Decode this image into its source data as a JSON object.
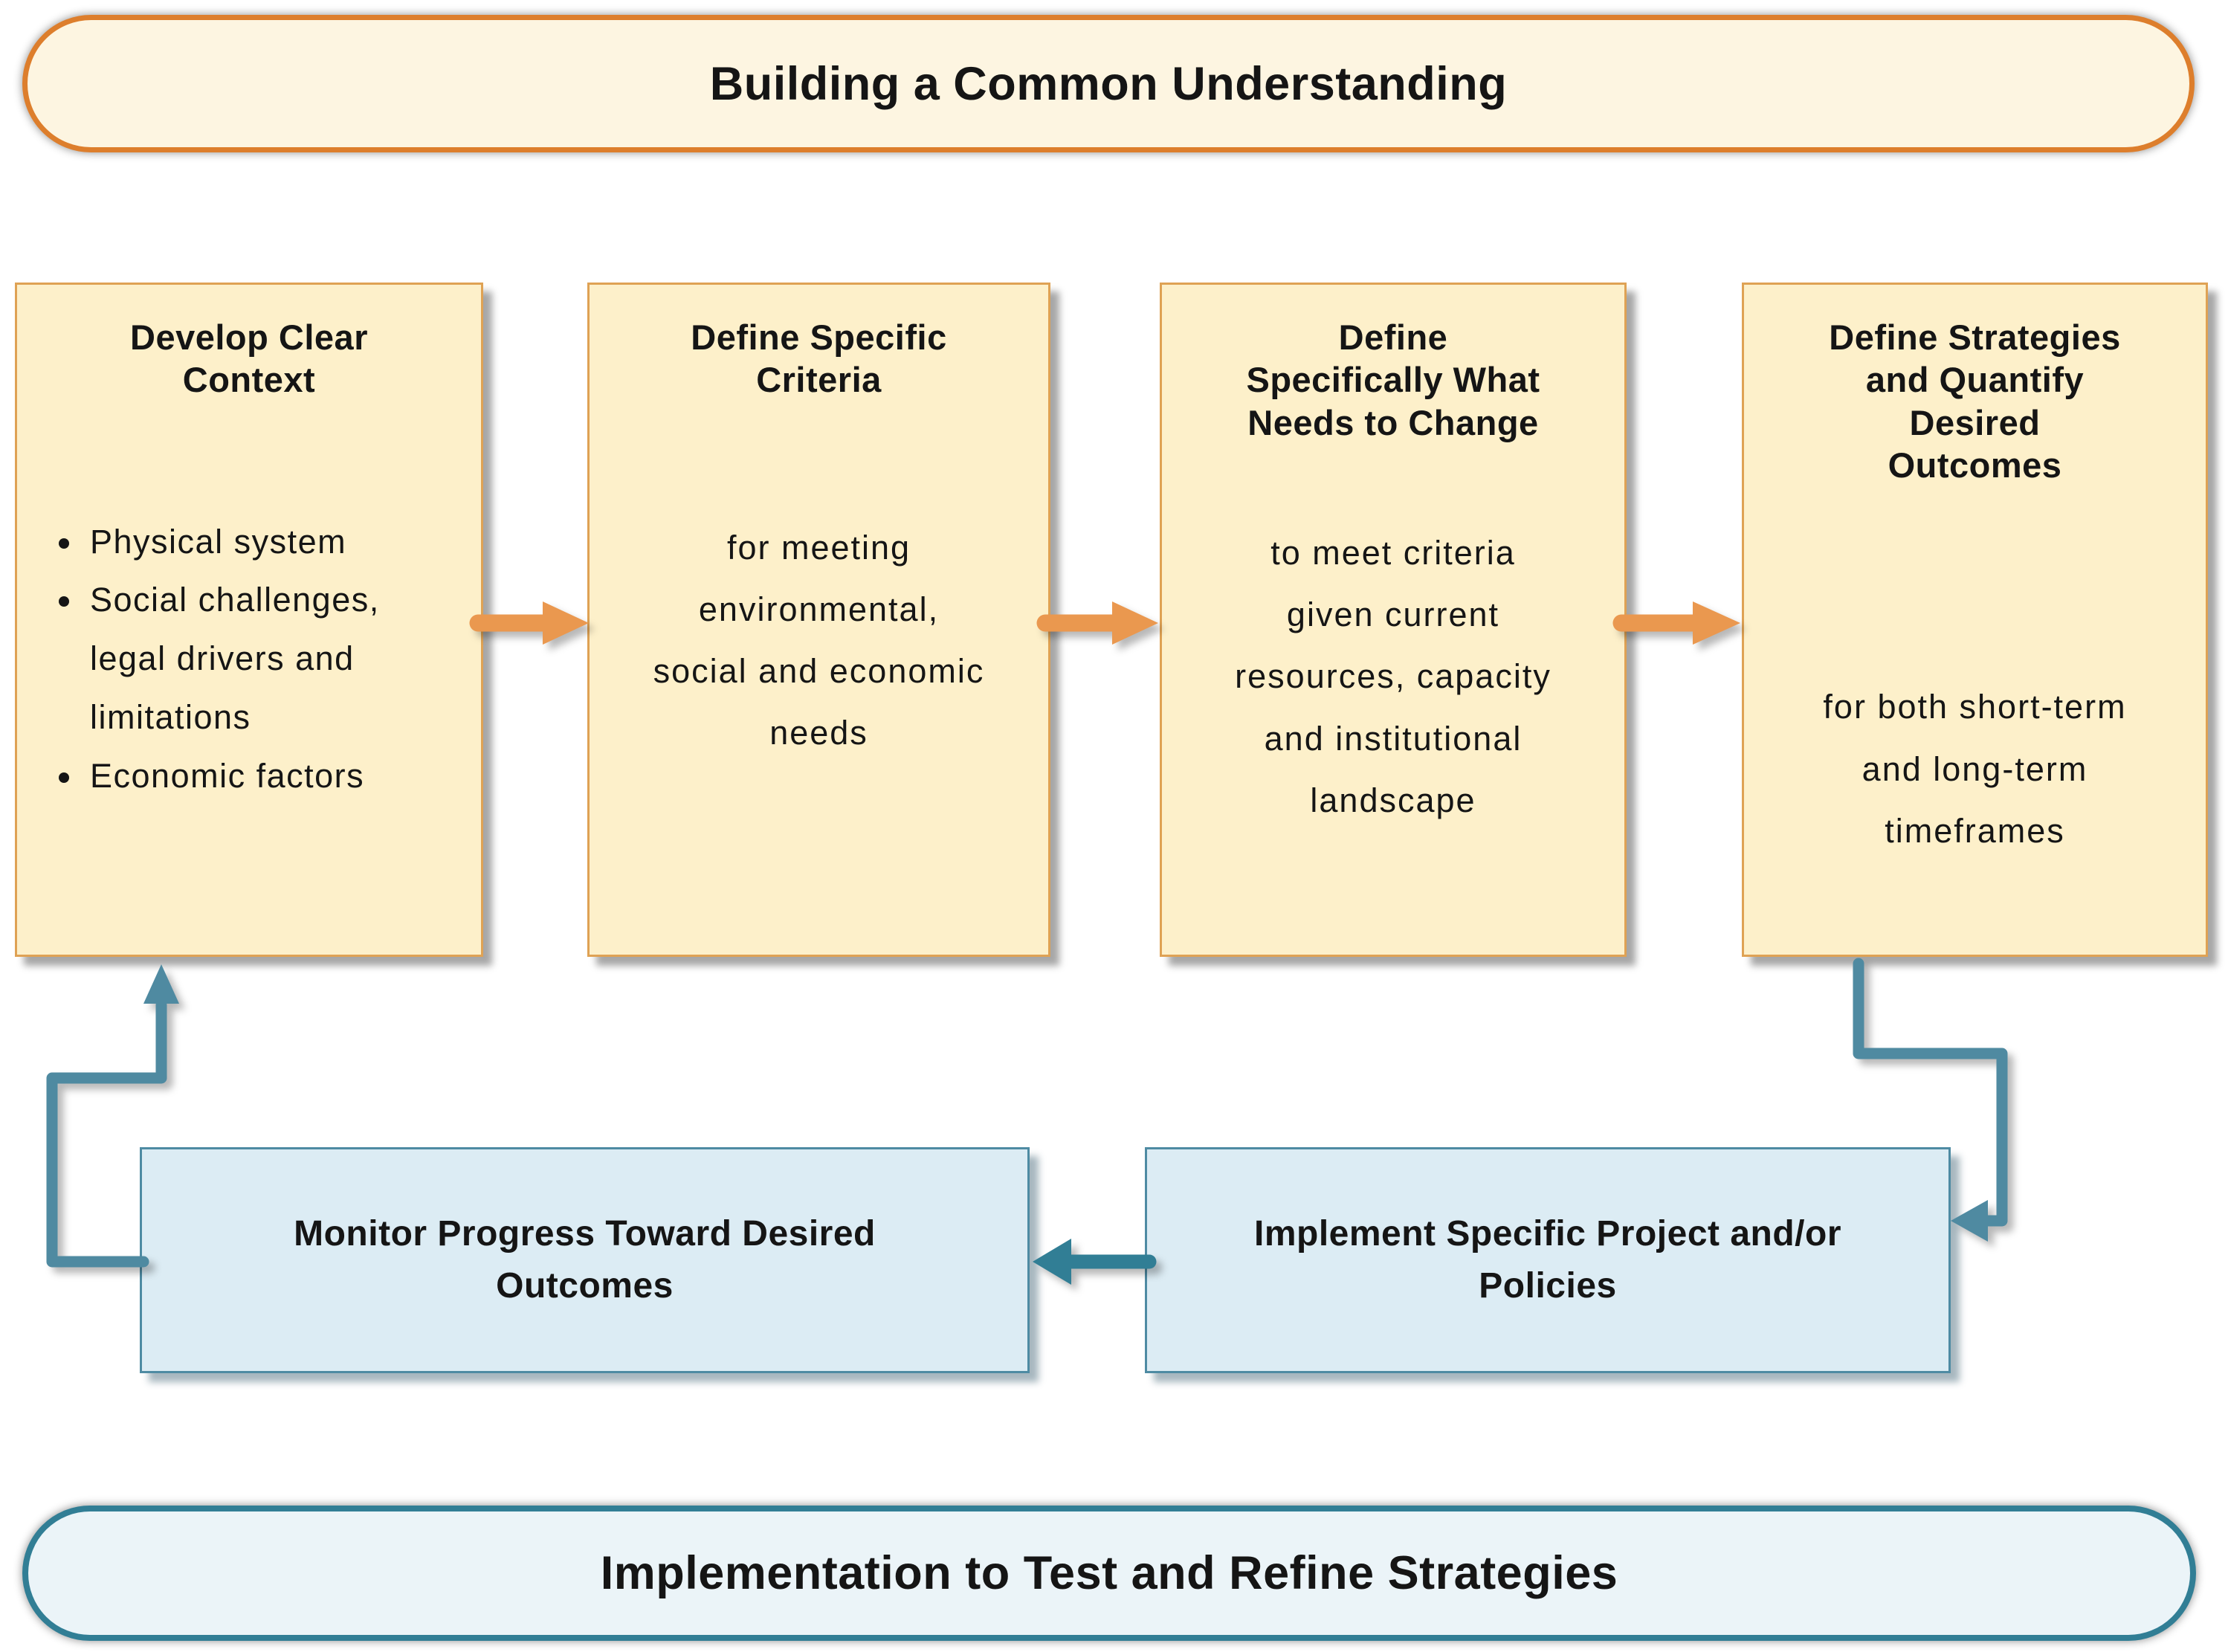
{
  "colors": {
    "orange_border": "#DD7E2C",
    "yellow_box_border": "#DFA254",
    "yellow_fill": "#FDF0CA",
    "banner_cream_fill": "#FDF5E1",
    "orange_arrow": "#EA984F",
    "teal_line": "#4F8AA1",
    "teal_arrow": "#317E95",
    "blue_fill": "#DCECF4",
    "blue_box_border": "#4E8BA3",
    "banner_blue_fill": "#EBF4F8",
    "text": "#151515"
  },
  "top_banner": {
    "title": "Building a Common Understanding"
  },
  "process_boxes": [
    {
      "title_lines": [
        "Develop Clear",
        "Context"
      ],
      "bullets": [
        "Physical system",
        "Social challenges, legal drivers and limitations",
        "Economic factors"
      ]
    },
    {
      "title_lines": [
        "Define Specific",
        "Criteria"
      ],
      "body_lines": [
        "for meeting",
        "environmental,",
        "social and economic",
        "needs"
      ]
    },
    {
      "title_lines": [
        "Define",
        "Specifically What",
        "Needs to Change"
      ],
      "body_lines": [
        "to meet criteria",
        "given current",
        "resources, capacity",
        "and institutional",
        "landscape"
      ]
    },
    {
      "title_lines": [
        "Define Strategies",
        "and Quantify",
        "Desired",
        "Outcomes"
      ],
      "body_lines": [
        "for both short-term",
        "and long-term",
        "timeframes"
      ]
    }
  ],
  "feedback_boxes": [
    {
      "title_lines": [
        "Monitor Progress Toward Desired",
        "Outcomes"
      ]
    },
    {
      "title_lines": [
        "Implement Specific Project and/or",
        "Policies"
      ]
    }
  ],
  "bottom_banner": {
    "title": "Implementation to Test and Refine Strategies"
  },
  "connections": [
    "Develop Clear Context → Define Specific Criteria",
    "Define Specific Criteria → Define Specifically What Needs to Change",
    "Define Specifically What Needs to Change → Define Strategies and Quantify Desired Outcomes",
    "Define Strategies and Quantify Desired Outcomes → Implement Specific Project and/or Policies",
    "Implement Specific Project and/or Policies → Monitor Progress Toward Desired Outcomes",
    "Monitor Progress Toward Desired Outcomes → Develop Clear Context"
  ]
}
